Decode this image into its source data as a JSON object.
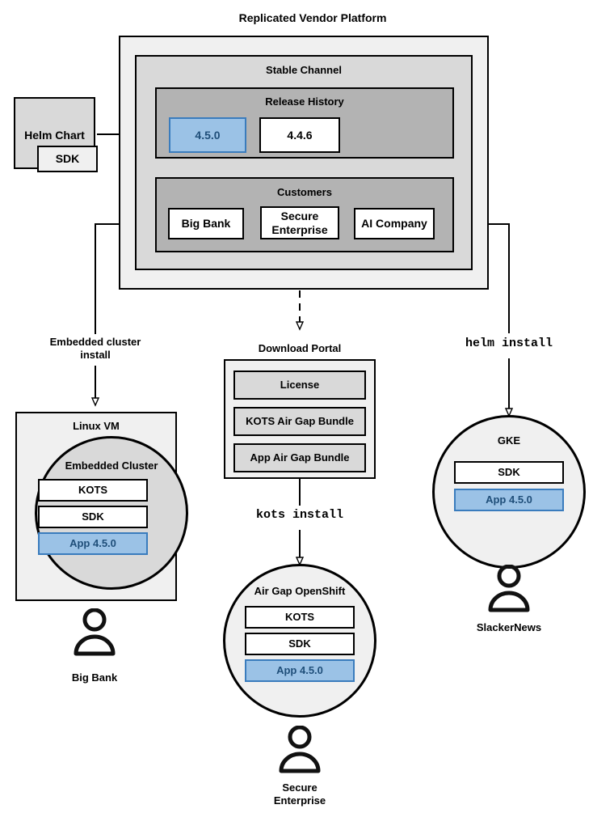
{
  "diagram": {
    "title": "Replicated Vendor Platform",
    "platform": {
      "channel_title": "Stable Channel",
      "release_history": {
        "title": "Release History",
        "releases": [
          {
            "version": "4.5.0",
            "highlighted": true
          },
          {
            "version": "4.4.6",
            "highlighted": false
          }
        ]
      },
      "customers": {
        "title": "Customers",
        "items": [
          {
            "name": "Big Bank"
          },
          {
            "name": "Secure\nEnterprise"
          },
          {
            "name": "AI Company"
          }
        ]
      }
    },
    "source": {
      "title": "Helm Chart",
      "sub_title": "SDK"
    },
    "edges": [
      {
        "label": "Embedded cluster\ninstall",
        "style": "solid"
      },
      {
        "label": "kots install",
        "style": "mono"
      },
      {
        "label": "helm install",
        "style": "mono"
      }
    ],
    "download_portal": {
      "title": "Download Portal",
      "artifacts": [
        "License",
        "KOTS Air Gap Bundle",
        "App Air Gap Bundle"
      ]
    },
    "targets": [
      {
        "title": "Linux VM",
        "inner_title": "Embedded Cluster",
        "components": [
          {
            "label": "KOTS",
            "highlighted": false
          },
          {
            "label": "SDK",
            "highlighted": false
          },
          {
            "label": "App 4.5.0",
            "highlighted": true
          }
        ],
        "actor": "Big Bank"
      },
      {
        "title": "Air Gap OpenShift",
        "components": [
          {
            "label": "KOTS",
            "highlighted": false
          },
          {
            "label": "SDK",
            "highlighted": false
          },
          {
            "label": "App 4.5.0",
            "highlighted": true
          }
        ],
        "actor": "Secure\nEnterprise"
      },
      {
        "title": "GKE",
        "components": [
          {
            "label": "SDK",
            "highlighted": false
          },
          {
            "label": "App 4.5.0",
            "highlighted": true
          }
        ],
        "actor": "SlackerNews"
      }
    ],
    "colors": {
      "accent_fill": "#9bc2e6",
      "accent_border": "#3a7cbd",
      "accent_text": "#1f4e79",
      "level1_fill": "#f0f0f0",
      "level2_fill": "#d9d9d9",
      "level3_fill": "#b3b3b3",
      "stroke": "#000000"
    }
  }
}
